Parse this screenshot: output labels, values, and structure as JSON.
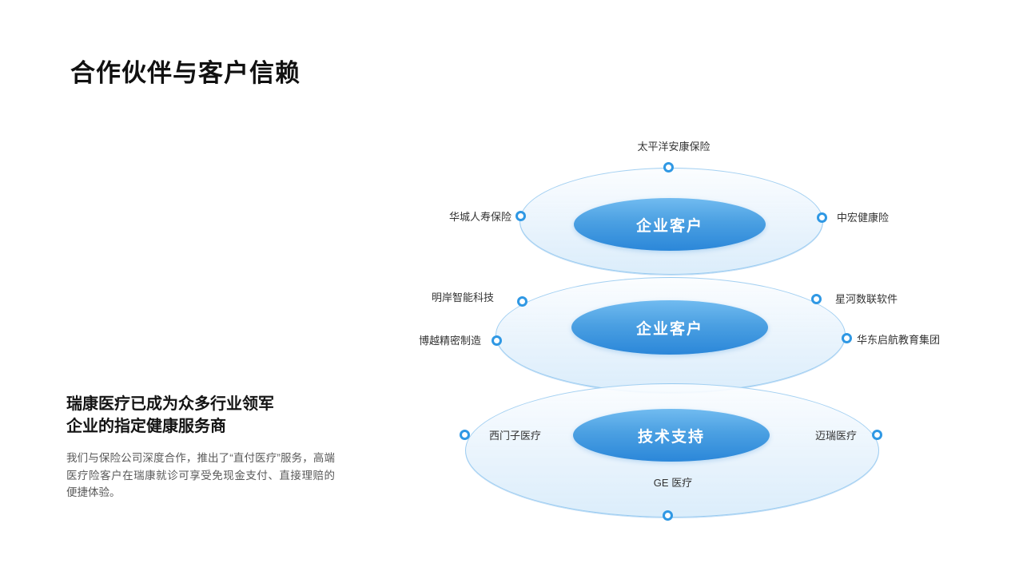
{
  "slide": {
    "title": "合作伙伴与客户信赖"
  },
  "left_panel": {
    "heading_line1": "瑞康医疗已成为众多行业领军",
    "heading_line2": "企业的指定健康服务商",
    "body": "我们与保险公司深度合作，推出了“直付医疗”服务，高端医疗险客户在瑞康就诊可享受免现金支付、直接理赔的便捷体验。"
  },
  "diagram": {
    "colors": {
      "inner_gradient_top": "#71bbf0",
      "inner_gradient_bottom": "#2b87d9",
      "outer_fill": "#d5eafa",
      "outer_stroke": "#5fade8",
      "dot_ring": "#2f98e4",
      "label_text": "#333333"
    },
    "rings": [
      {
        "center_label": "企业客户",
        "nodes": [
          {
            "label": "太平洋安康保险",
            "position": "top"
          },
          {
            "label": "华城人寿保险",
            "position": "left"
          },
          {
            "label": "中宏健康险",
            "position": "right"
          }
        ]
      },
      {
        "center_label": "企业客户",
        "nodes": [
          {
            "label": "明岸智能科技",
            "position": "upper-left"
          },
          {
            "label": "博越精密制造",
            "position": "lower-left"
          },
          {
            "label": "星河数联软件",
            "position": "upper-right"
          },
          {
            "label": "华东启航教育集团",
            "position": "lower-right"
          }
        ]
      },
      {
        "center_label": "技术支持",
        "nodes": [
          {
            "label": "西门子医疗",
            "position": "left"
          },
          {
            "label": "迈瑞医疗",
            "position": "right"
          },
          {
            "label": "GE 医疗",
            "position": "bottom"
          }
        ]
      }
    ]
  }
}
